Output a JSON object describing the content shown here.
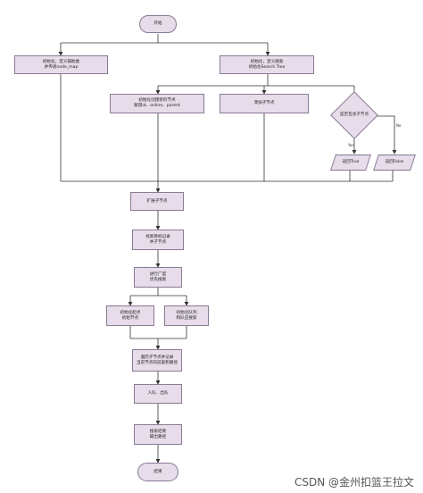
{
  "nodes": {
    "start": "开始",
    "init_left": "初始化，定义辅助类\n并传递node_map",
    "init_right": "初始化，定义搜索\n初始化Search Tree",
    "create_node": "初始化创建新的节点\n赋值id、online、parent",
    "add_child": "添加子节点",
    "is_child": "是否包含子节点",
    "return_true": "返回True",
    "return_false": "返回False",
    "expand": "扩展子节点",
    "find_record": "找到目标记录\n并子节点",
    "bfs": "进行广度\n优先搜索",
    "init_start": "初始化起点\n初始节点",
    "init_queue": "初始化队列\n和队应搜索",
    "traverse": "遍历子节点并记录\n当前节点的前驱和路径",
    "enqueue": "入队、出队",
    "result": "搜索结束\n输出路径",
    "end": "结束"
  },
  "edge_labels": {
    "yes": "Yes",
    "no": "No"
  },
  "watermark": "CSDN @金州扣篮王拉文"
}
